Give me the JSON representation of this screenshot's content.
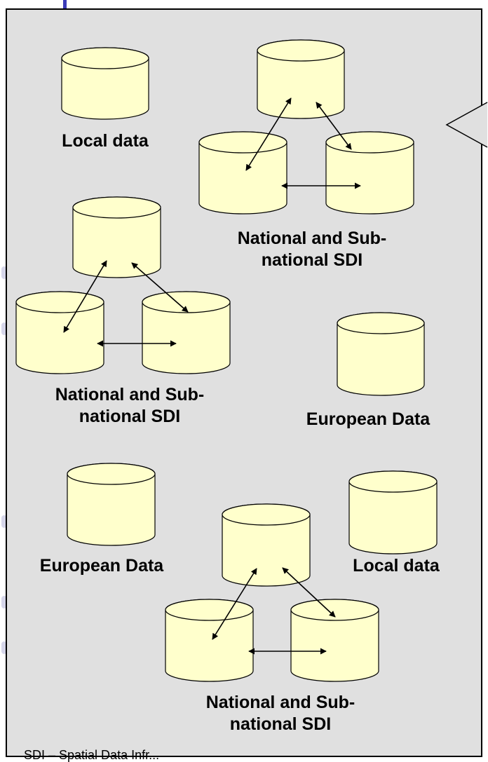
{
  "labels": {
    "local_data_top": "Local data",
    "national_sdi_top": "National and Sub-\nnational  SDI",
    "national_sdi_left": "National and Sub-\nnational  SDI",
    "european_data_right": "European Data",
    "european_data_left": "European Data",
    "local_data_bottom": "Local data",
    "national_sdi_bottom": "National and Sub-\nnational  SDI"
  },
  "footer_text": "SDI – Spatial Data Infr...",
  "colors": {
    "cylinder_fill": "#ffffcc",
    "panel_background": "#e0e0e0",
    "accent": "#3b3bb8"
  }
}
